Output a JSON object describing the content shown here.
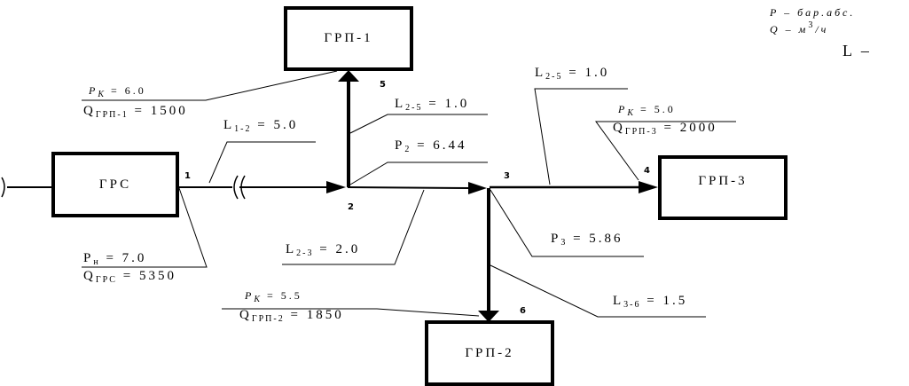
{
  "legend": {
    "pressure": "P – бар.абс.",
    "flow_prefix": "Q – м",
    "flow_sup": "3",
    "flow_suffix": "/ч",
    "length": "L –"
  },
  "boxes": {
    "grs": "ГРС",
    "grp1": "ГРП-1",
    "grp2": "ГРП-2",
    "grp3": "ГРП-3"
  },
  "nodes": [
    "1",
    "2",
    "3",
    "4",
    "5",
    "6"
  ],
  "labels": {
    "grs_p_sym": "P",
    "grs_p_sub": "н",
    "grs_p_val": "= 7.0",
    "grs_q_sym": "Q",
    "grs_q_sub": "ГРС",
    "grs_q_val": "= 5350",
    "grp1_p_sym": "P",
    "grp1_p_sub": "К",
    "grp1_p_val": "= 6.0",
    "grp1_q_sym": "Q",
    "grp1_q_sub": "ГРП-1",
    "grp1_q_val": "= 1500",
    "grp2_p_sym": "P",
    "grp2_p_sub": "К",
    "grp2_p_val": "= 5.5",
    "grp2_q_sym": "Q",
    "grp2_q_sub": "ГРП-2",
    "grp2_q_val": "= 1850",
    "grp3_p_sym": "P",
    "grp3_p_sub": "К",
    "grp3_p_val": "= 5.0",
    "grp3_q_sym": "Q",
    "grp3_q_sub": "ГРП-3",
    "grp3_q_val": "= 2000",
    "l12_sym": "L",
    "l12_sub": "1-2",
    "l12_val": "= 5.0",
    "l25a_sym": "L",
    "l25a_sub": "2-5",
    "l25a_val": "= 1.0",
    "l25b_sym": "L",
    "l25b_sub": "2-5",
    "l25b_val": "= 1.0",
    "p2_sym": "P",
    "p2_sub": "2",
    "p2_val": "= 6.44",
    "l23_sym": "L",
    "l23_sub": "2-3",
    "l23_val": "= 2.0",
    "p3_sym": "P",
    "p3_sub": "3",
    "p3_val": "= 5.86",
    "l36_sym": "L",
    "l36_sub": "3-6",
    "l36_val": "= 1.5"
  }
}
